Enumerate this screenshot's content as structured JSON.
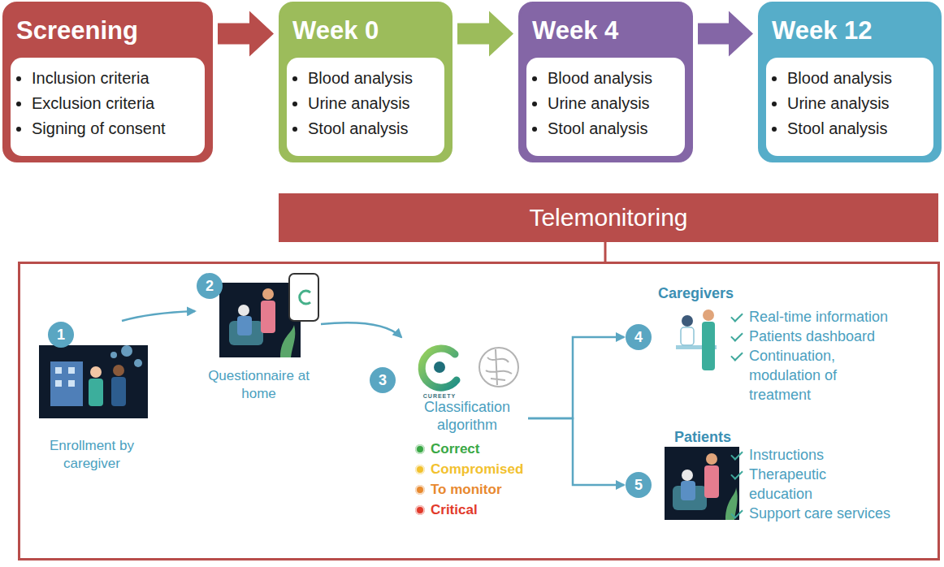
{
  "diagram": {
    "nodes": [
      {
        "text": [
          "Screening",
          "Inclusion criteria",
          "Exclusion criteria",
          "Signing of consent"
        ]
      },
      {
        "text": [
          "Week 0",
          "Blood analysis",
          "Urine analysis",
          "Stool analysis"
        ]
      },
      {
        "text": [
          "Week 4",
          "Blood analysis",
          "Urine analysis",
          "Stool analysis"
        ]
      },
      {
        "text": [
          "Week 12",
          "Blood analysis",
          "Urine analysis",
          "Stool analysis"
        ]
      },
      {
        "text": [
          "Telemonitoring"
        ]
      },
      {
        "text": [
          "Enrollment by caregiver"
        ],
        "in": 4
      },
      {
        "text": [
          "Questionnaire at home"
        ],
        "in": 4
      },
      {
        "text": [
          "Classification algorithm"
        ],
        "in": 4
      },
      {
        "text": [
          "Caregivers",
          "Real-time information",
          "Patients dashboard",
          "Continuation, modulation of treatment"
        ],
        "in": 4
      },
      {
        "text": [
          "Patients",
          "Instructions",
          "Therapeutic education",
          "Support care services"
        ],
        "in": 4
      }
    ],
    "edges": [
      {
        "from": 0,
        "to": 1,
        "arrow": "to"
      },
      {
        "from": 1,
        "to": 2,
        "arrow": "to"
      },
      {
        "from": 2,
        "to": 3,
        "arrow": "to"
      },
      {
        "from": 5,
        "to": 6,
        "arrow": "to"
      },
      {
        "from": 6,
        "to": 7,
        "arrow": "to"
      },
      {
        "from": 7,
        "to": 8,
        "arrow": "to"
      },
      {
        "from": 7,
        "to": 9,
        "arrow": "to"
      }
    ],
    "labels": [
      "1",
      "2",
      "3",
      "4",
      "5",
      "CUREETY"
    ],
    "legend": [
      {
        "text": "Correct",
        "color": "#3aa845"
      },
      {
        "text": "Compromised",
        "color": "#f2c12e"
      },
      {
        "text": "To monitor",
        "color": "#e8892f"
      },
      {
        "text": "Critical",
        "color": "#e23a2b"
      }
    ]
  }
}
